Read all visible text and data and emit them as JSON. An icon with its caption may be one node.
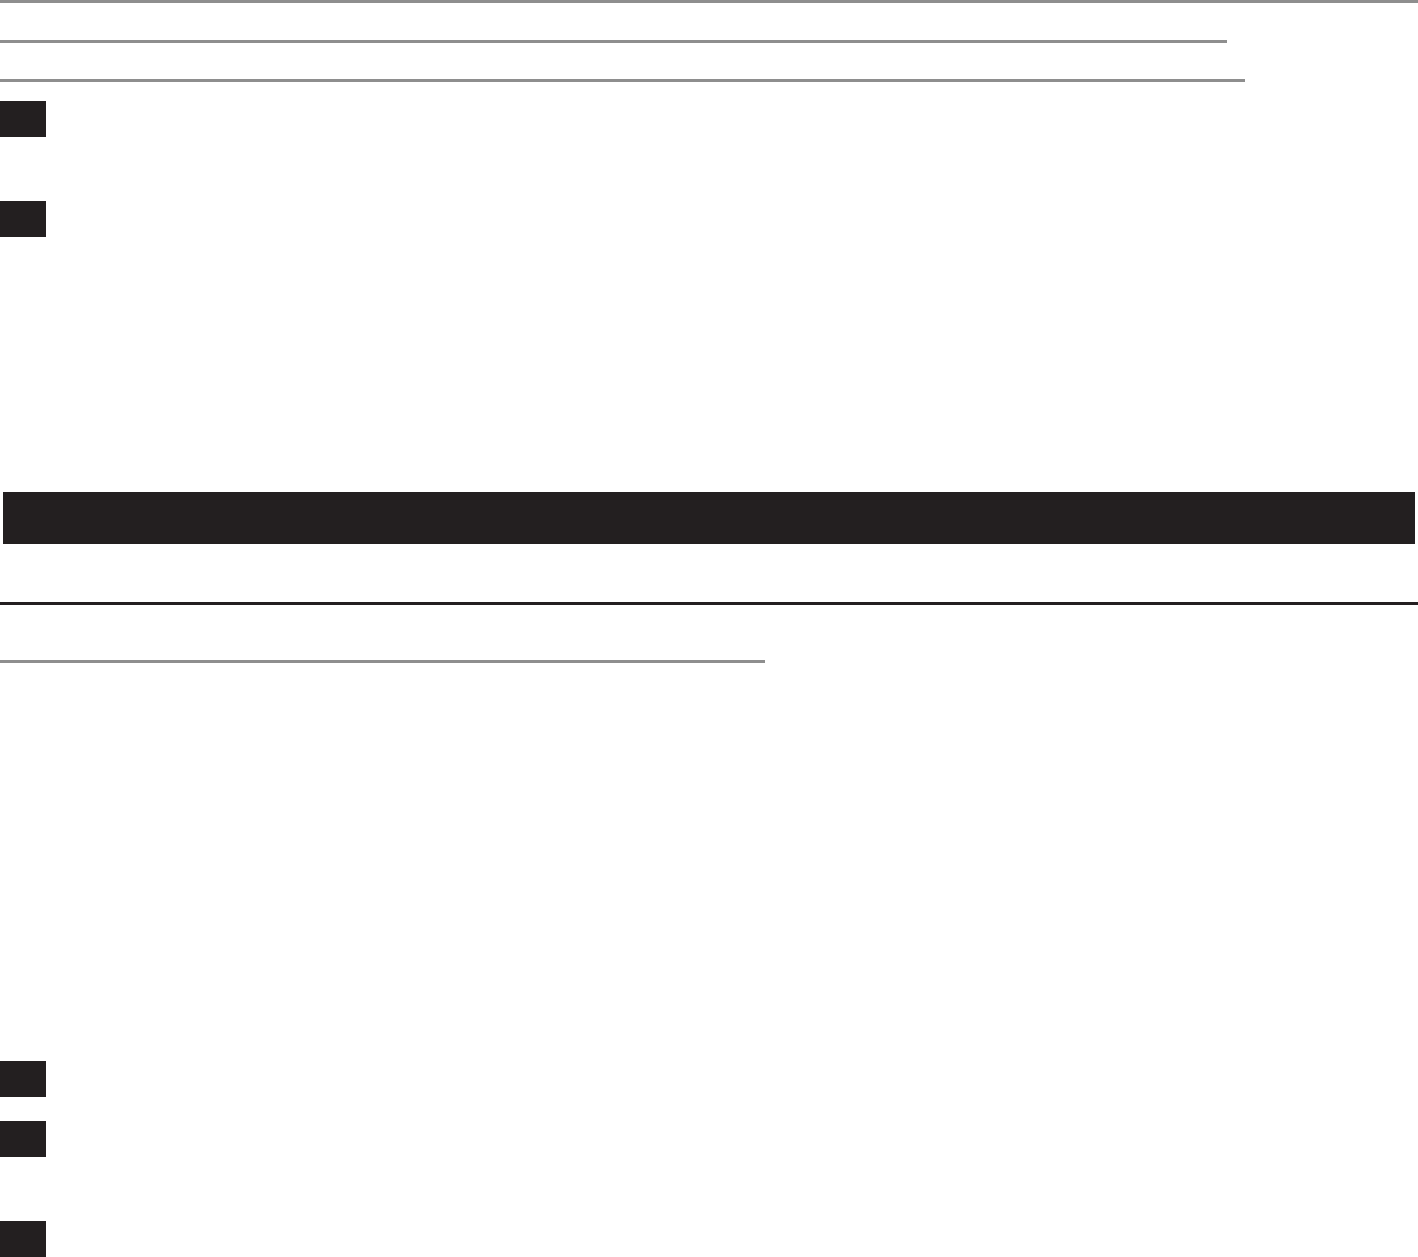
{
  "diagram": {
    "nodes": [
      {
        "text": [],
        "shape": "box"
      },
      {
        "text": [],
        "shape": "box"
      },
      {
        "text": [],
        "shape": "bar"
      },
      {
        "text": [],
        "shape": "box"
      },
      {
        "text": [],
        "shape": "box"
      },
      {
        "text": [],
        "shape": "box"
      }
    ]
  }
}
